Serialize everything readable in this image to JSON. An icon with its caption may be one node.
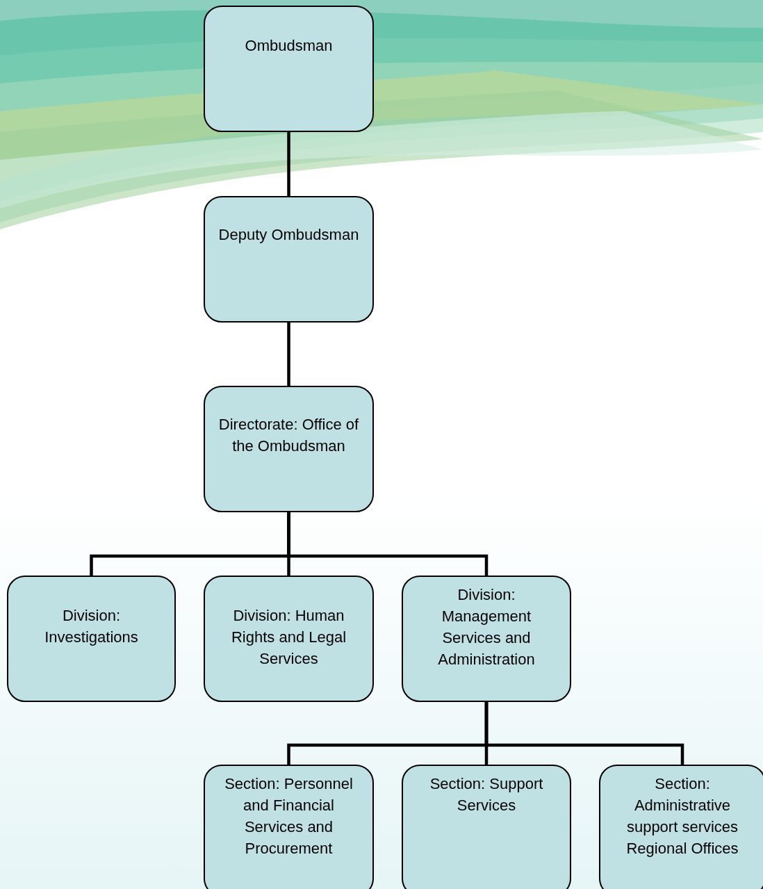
{
  "diagram": {
    "nodes": [
      {
        "text": [
          "Ombudsman"
        ]
      },
      {
        "text": [
          "Deputy Ombudsman"
        ]
      },
      {
        "text": [
          "Directorate: Office of the Ombudsman"
        ]
      },
      {
        "text": [
          "Division: Investigations"
        ]
      },
      {
        "text": [
          "Division: Human Rights and Legal Services"
        ]
      },
      {
        "text": [
          "Division: Management Services and Administration"
        ]
      },
      {
        "text": [
          "Section: Personnel and Financial Services and Procurement"
        ]
      },
      {
        "text": [
          "Section: Support Services"
        ]
      },
      {
        "text": [
          "Section: Administrative support services Regional Offices"
        ]
      }
    ],
    "edges": [
      {
        "from": 0,
        "to": 1,
        "arrow": "none"
      },
      {
        "from": 1,
        "to": 2,
        "arrow": "none"
      },
      {
        "from": 2,
        "to": 3,
        "arrow": "none"
      },
      {
        "from": 2,
        "to": 4,
        "arrow": "none"
      },
      {
        "from": 2,
        "to": 5,
        "arrow": "none"
      },
      {
        "from": 5,
        "to": 6,
        "arrow": "none"
      },
      {
        "from": 5,
        "to": 7,
        "arrow": "none"
      },
      {
        "from": 5,
        "to": 8,
        "arrow": "none"
      }
    ]
  }
}
